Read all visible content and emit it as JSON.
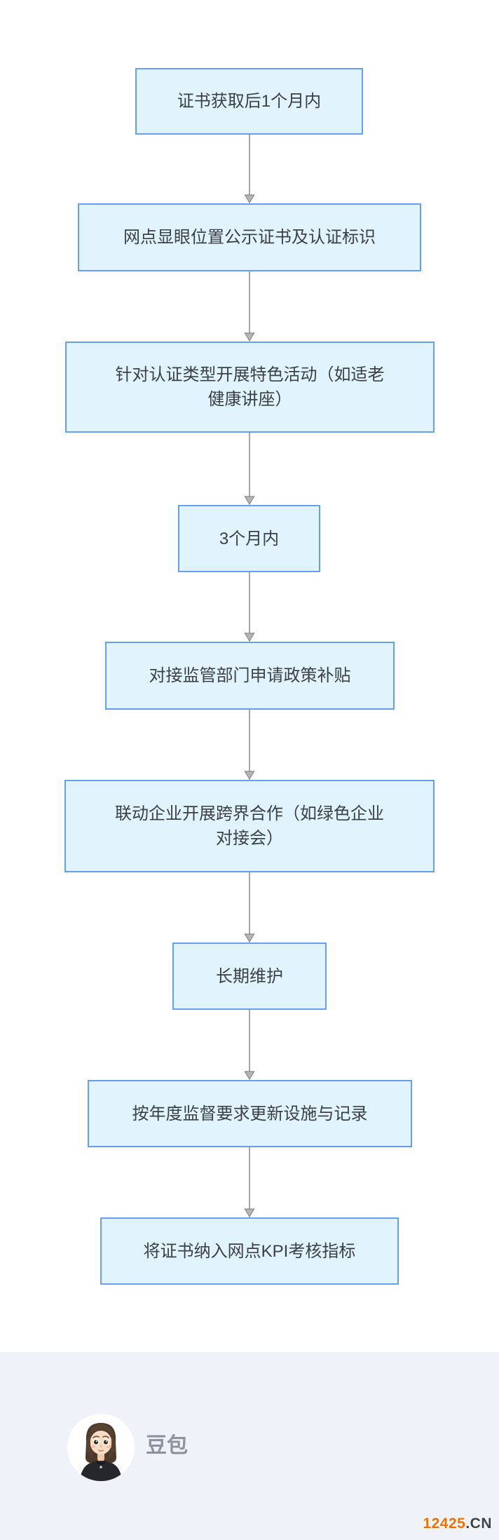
{
  "flowchart": {
    "boxes": [
      {
        "line1": "证书获取后1个月内"
      },
      {
        "line1": "网点显眼位置公示证书及认证标识"
      },
      {
        "line1": "针对认证类型开展特色活动（如适老",
        "line2": "健康讲座）"
      },
      {
        "line1": "3个月内"
      },
      {
        "line1": "对接监管部门申请政策补贴"
      },
      {
        "line1": "联动企业开展跨界合作（如绿色企业",
        "line2": "对接会）"
      },
      {
        "line1": "长期维护"
      },
      {
        "line1": "按年度监督要求更新设施与记录"
      },
      {
        "line1": "将证书纳入网点KPI考核指标"
      }
    ],
    "colors": {
      "node_fill": "#e1f3fd",
      "node_border": "#64a0f2",
      "node_text": "#3b4045",
      "arrow": "#a6a6a6"
    }
  },
  "footer": {
    "assistant_name": "豆包",
    "background": "#eff2f9",
    "avatar_icon": "doubao-girl-avatar"
  },
  "watermark": {
    "primary": "12425",
    "suffix": ".CN",
    "primary_color": "#f56f00",
    "suffix_color": "#3d4247"
  }
}
